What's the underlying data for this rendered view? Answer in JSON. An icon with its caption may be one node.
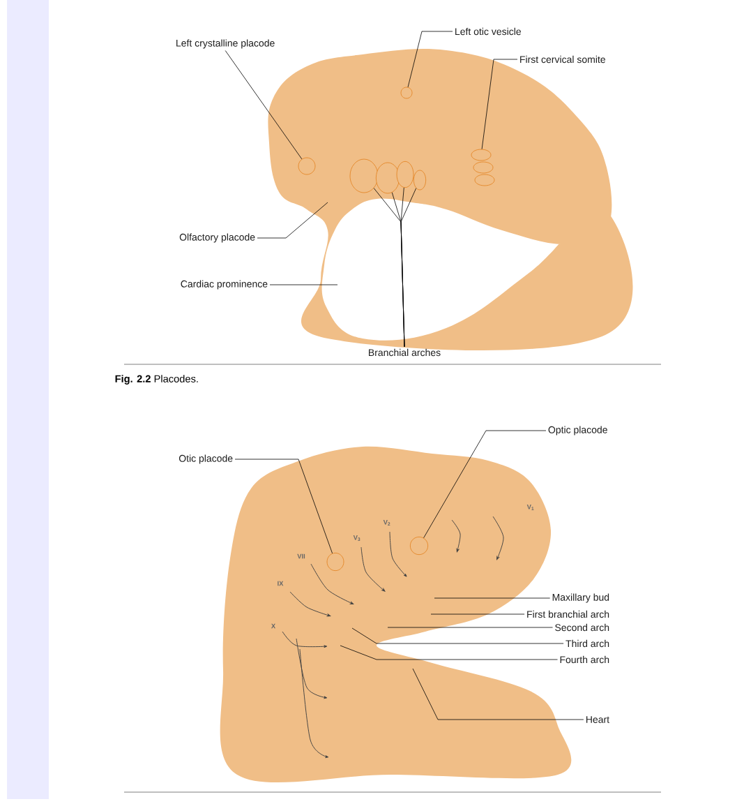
{
  "diagram": {
    "caption": "**Fig. 2.2** Placodes.",
    "nodes": [
      {
        "text": [
          "Left crystalline placode"
        ]
      },
      {
        "text": [
          "Left otic vesicle"
        ]
      },
      {
        "text": [
          "First cervical somite"
        ]
      },
      {
        "text": [
          "Olfactory placode"
        ]
      },
      {
        "text": [
          "Cardiac prominence"
        ]
      },
      {
        "text": [
          "Branchial arches"
        ]
      },
      {
        "text": [
          "Otic placode"
        ]
      },
      {
        "text": [
          "Optic placode"
        ]
      },
      {
        "text": [
          "Maxillary bud"
        ]
      },
      {
        "text": [
          "First branchial arch"
        ]
      },
      {
        "text": [
          "Second arch"
        ]
      },
      {
        "text": [
          "Third arch"
        ]
      },
      {
        "text": [
          "Fourth arch"
        ]
      },
      {
        "text": [
          "Heart"
        ]
      },
      {
        "text": [],
        "shape": "circle"
      },
      {
        "text": [],
        "shape": "circle"
      },
      {
        "text": [],
        "shape": "circle"
      },
      {
        "text": [],
        "shape": "circle"
      },
      {
        "text": [],
        "shape": "circle"
      },
      {
        "text": [],
        "shape": "circle"
      },
      {
        "text": [],
        "shape": "circle"
      },
      {
        "text": [],
        "shape": "circle"
      },
      {
        "text": [],
        "shape": "circle"
      }
    ],
    "edges": [
      {
        "from": 0,
        "to": 14,
        "arrow": "none"
      },
      {
        "from": 1,
        "to": 15,
        "arrow": "none"
      },
      {
        "from": 2,
        "to": 16,
        "arrow": "none"
      },
      {
        "from": 3,
        "to": null,
        "arrow": "none"
      },
      {
        "from": 4,
        "to": null,
        "arrow": "none"
      },
      {
        "from": 5,
        "to": 17,
        "arrow": "none"
      },
      {
        "from": 5,
        "to": 18,
        "arrow": "none"
      },
      {
        "from": 5,
        "to": 19,
        "arrow": "none"
      },
      {
        "from": 5,
        "to": 20,
        "arrow": "none"
      },
      {
        "from": 6,
        "to": 21,
        "arrow": "none"
      },
      {
        "from": 7,
        "to": 22,
        "arrow": "none"
      },
      {
        "from": 8,
        "to": null,
        "arrow": "none"
      },
      {
        "from": 9,
        "to": null,
        "arrow": "none"
      },
      {
        "from": 10,
        "to": null,
        "arrow": "none"
      },
      {
        "from": 11,
        "to": null,
        "arrow": "none"
      },
      {
        "from": 12,
        "to": null,
        "arrow": "none"
      },
      {
        "from": 13,
        "to": null,
        "arrow": "none"
      }
    ],
    "labels": [
      "V$_{1}$",
      "V$_{2}$",
      "V$_{3}$",
      "VII",
      "IX",
      "X"
    ]
  }
}
